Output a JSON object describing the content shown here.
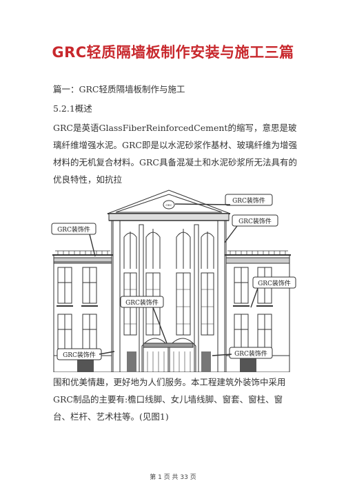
{
  "document": {
    "title": "GRC轻质隔墙板制作安装与施工三篇",
    "heading1": "篇一：GRC轻质隔墙板制作与施工",
    "heading2": "5.2.1概述",
    "paragraph_a": "GRC是英语GlassFiberReinforcedCement的缩写，意思是玻璃纤维增强水泥。GRC即是以水泥砂浆作基材、玻璃纤维为增强材料的无机复合材料。GRC具备混凝土和水泥砂浆所无法具有的优良特性，如抗拉",
    "paragraph_b": "围和优美情趣，更好地为人们服务。本工程建筑外装饰中采用GRC制品的主要有:檐口线脚、女儿墙线脚、窗套、窗柱、窗台、栏杆、艺术柱等。(见图1)",
    "footer": "第 1 页 共 33 页"
  },
  "figure": {
    "callouts": [
      "GRC装饰件",
      "GRC装饰件",
      "GRC装饰件",
      "GRC装饰件",
      "GRC装饰件",
      "GRC装饰件",
      "GRC装饰件"
    ],
    "medallion_text": "GRC"
  }
}
